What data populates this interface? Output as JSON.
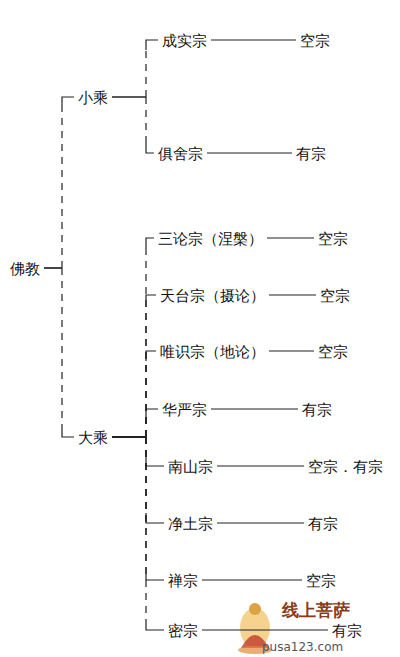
{
  "diagram": {
    "nodes": [
      {
        "text": [
          "佛教"
        ]
      },
      {
        "text": [
          "小乘"
        ]
      },
      {
        "text": [
          "成实宗"
        ]
      },
      {
        "text": [
          "空宗"
        ]
      },
      {
        "text": [
          "俱舍宗"
        ]
      },
      {
        "text": [
          "有宗"
        ]
      },
      {
        "text": [
          "大乘"
        ]
      },
      {
        "text": [
          "三论宗（涅槃）"
        ]
      },
      {
        "text": [
          "空宗"
        ]
      },
      {
        "text": [
          "天台宗（摄论）"
        ]
      },
      {
        "text": [
          "空宗"
        ]
      },
      {
        "text": [
          "唯识宗（地论）"
        ]
      },
      {
        "text": [
          "空宗"
        ]
      },
      {
        "text": [
          "华严宗"
        ]
      },
      {
        "text": [
          "有宗"
        ]
      },
      {
        "text": [
          "南山宗"
        ]
      },
      {
        "text": [
          "空宗．有宗"
        ]
      },
      {
        "text": [
          "净土宗"
        ]
      },
      {
        "text": [
          "有宗"
        ]
      },
      {
        "text": [
          "禅宗"
        ]
      },
      {
        "text": [
          "空宗"
        ]
      },
      {
        "text": [
          "密宗"
        ]
      },
      {
        "text": [
          "有宗"
        ]
      }
    ],
    "edges": [
      {
        "from": 0,
        "to": 1,
        "arrow": "none"
      },
      {
        "from": 0,
        "to": 6,
        "arrow": "none"
      },
      {
        "from": 1,
        "to": 2,
        "arrow": "none"
      },
      {
        "from": 1,
        "to": 4,
        "arrow": "none"
      },
      {
        "from": 2,
        "to": 3,
        "arrow": "none"
      },
      {
        "from": 4,
        "to": 5,
        "arrow": "none"
      },
      {
        "from": 6,
        "to": 7,
        "arrow": "none"
      },
      {
        "from": 6,
        "to": 9,
        "arrow": "none"
      },
      {
        "from": 6,
        "to": 11,
        "arrow": "none"
      },
      {
        "from": 6,
        "to": 13,
        "arrow": "none"
      },
      {
        "from": 6,
        "to": 15,
        "arrow": "none"
      },
      {
        "from": 6,
        "to": 17,
        "arrow": "none"
      },
      {
        "from": 6,
        "to": 19,
        "arrow": "none"
      },
      {
        "from": 6,
        "to": 21,
        "arrow": "none"
      },
      {
        "from": 7,
        "to": 8,
        "arrow": "none"
      },
      {
        "from": 9,
        "to": 10,
        "arrow": "none"
      },
      {
        "from": 11,
        "to": 12,
        "arrow": "none"
      },
      {
        "from": 13,
        "to": 14,
        "arrow": "none"
      },
      {
        "from": 15,
        "to": 16,
        "arrow": "none"
      },
      {
        "from": 17,
        "to": 18,
        "arrow": "none"
      },
      {
        "from": 19,
        "to": 20,
        "arrow": "none"
      },
      {
        "from": 21,
        "to": 22,
        "arrow": "none"
      }
    ],
    "labels": [
      "线上菩萨",
      "pusa123.com"
    ]
  }
}
